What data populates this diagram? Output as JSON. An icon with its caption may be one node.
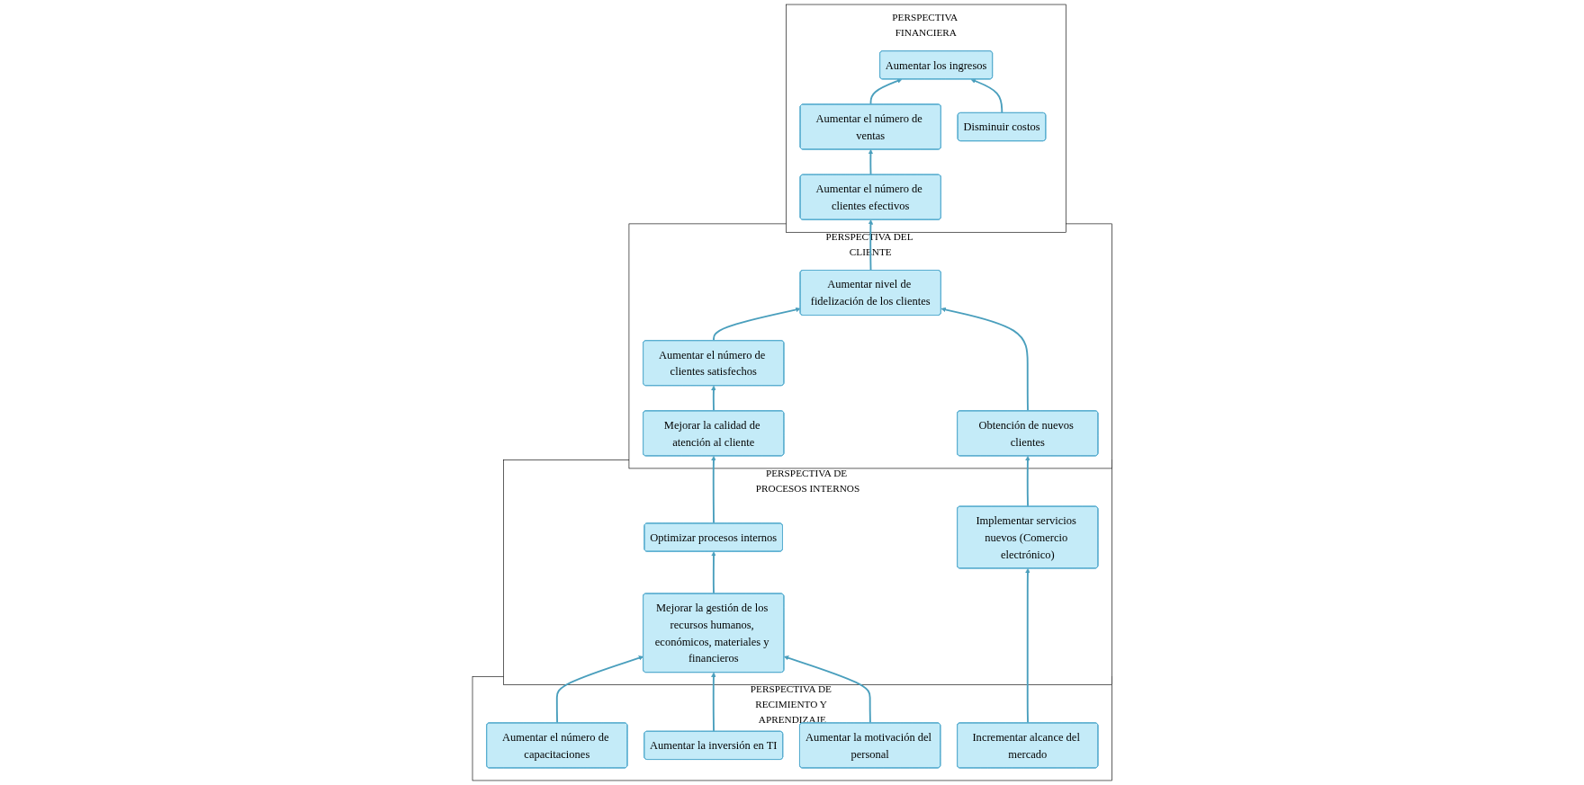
{
  "diagram": {
    "nodes": [
      {
        "text": [
          "PERSPECTIVA FINANCIERA"
        ]
      },
      {
        "text": [
          "Aumentar el número de clientes efectivos"
        ],
        "in": 0
      },
      {
        "text": [
          "Aumentar el número de ventas"
        ],
        "in": 0
      },
      {
        "text": [
          "Aumentar los ingresos"
        ],
        "in": 0
      },
      {
        "text": [
          "Disminuir costos"
        ],
        "in": 0
      },
      {
        "text": [
          "PERSPECTIVA DEL CLIENTE"
        ]
      },
      {
        "text": [
          "Mejorar la calidad de atención al cliente"
        ],
        "in": 5
      },
      {
        "text": [
          "Aumentar el número de clientes satisfechos"
        ],
        "in": 5
      },
      {
        "text": [
          "Aumentar nivel de fidelización de los clientes"
        ],
        "in": 5
      },
      {
        "text": [
          "Obtención de nuevos clientes"
        ],
        "in": 5
      },
      {
        "text": [
          "PERSPECTIVA DE PROCESOS INTERNOS"
        ]
      },
      {
        "text": [
          "Mejorar la gestión de los recursos humanos, económicos, materiales y financieros"
        ],
        "in": 10
      },
      {
        "text": [
          "Optimizar procesos internos"
        ],
        "in": 10
      },
      {
        "text": [
          "Implementar servicios nuevos (Comercio electrónico)"
        ],
        "in": 10
      },
      {
        "text": [
          "PERSPECTIVA DE RECIMIENTO Y APRENDIZAJE"
        ]
      },
      {
        "text": [
          "Aumentar el número de capacitaciones"
        ],
        "in": 14
      },
      {
        "text": [
          "Aumentar la inversión en TI"
        ],
        "in": 14
      },
      {
        "text": [
          "Aumentar la motivación del personal"
        ],
        "in": 14
      },
      {
        "text": [
          "Incrementar alcance del mercado"
        ],
        "in": 14
      }
    ],
    "edges": [
      {
        "from": 1,
        "to": 2,
        "arrow": "to"
      },
      {
        "from": 2,
        "to": 3,
        "arrow": "to"
      },
      {
        "from": 4,
        "to": 3,
        "arrow": "to"
      },
      {
        "from": 8,
        "to": 1,
        "arrow": "to"
      },
      {
        "from": 6,
        "to": 7,
        "arrow": "to"
      },
      {
        "from": 7,
        "to": 8,
        "arrow": "to"
      },
      {
        "from": 9,
        "to": 8,
        "arrow": "to"
      },
      {
        "from": 12,
        "to": 6,
        "arrow": "to"
      },
      {
        "from": 13,
        "to": 9,
        "arrow": "to"
      },
      {
        "from": 11,
        "to": 12,
        "arrow": "to"
      },
      {
        "from": 15,
        "to": 11,
        "arrow": "to"
      },
      {
        "from": 16,
        "to": 11,
        "arrow": "to"
      },
      {
        "from": 17,
        "to": 11,
        "arrow": "to"
      },
      {
        "from": 18,
        "to": 13,
        "arrow": "to"
      }
    ]
  }
}
